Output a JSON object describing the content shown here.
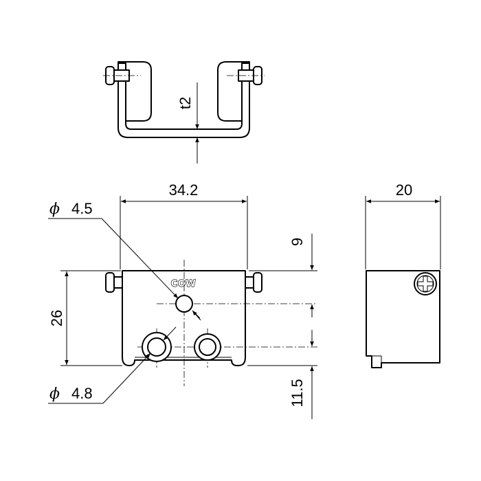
{
  "dimensions": {
    "thickness": "t2",
    "width_front": "34.2",
    "width_side": "20",
    "height": "26",
    "hole_offset_top": "9",
    "hole_offset_bottom": "11.5",
    "hole_small_symbol": "ϕ",
    "hole_small_value": "4.5",
    "hole_large_symbol": "ϕ",
    "hole_large_value": "4.8"
  },
  "logo": {
    "text": "COW"
  }
}
